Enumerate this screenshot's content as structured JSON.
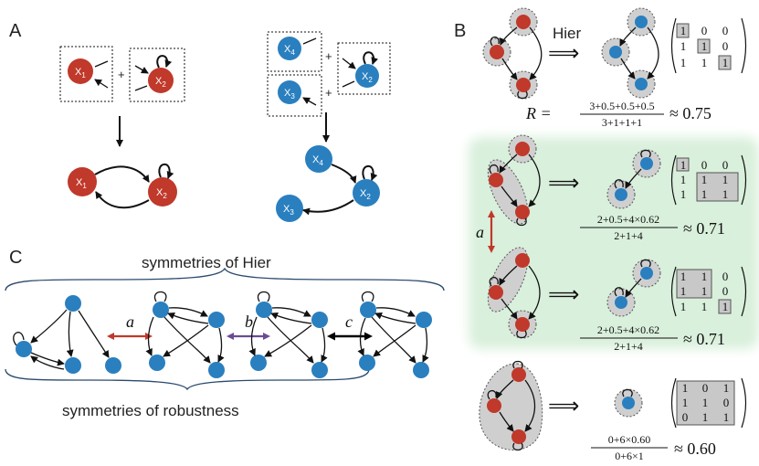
{
  "panels": {
    "A": "A",
    "B": "B",
    "C": "C"
  },
  "nodes": {
    "x1": "X",
    "x1_sub": "1",
    "x2": "X",
    "x2_sub": "2",
    "x3": "X",
    "x3_sub": "3",
    "x4": "X",
    "x4_sub": "4"
  },
  "plus": "+",
  "hier_label": "Hier",
  "formula_R": {
    "lhs": "R =",
    "num": "3+0.5+0.5+0.5",
    "den": "3+1+1+1",
    "approx": "≈ 0.75"
  },
  "formula_a1": {
    "num": "2+0.5+4×0.62",
    "den": "2+1+4",
    "approx": "≈ 0.71"
  },
  "formula_a2": {
    "num": "2+0.5+4×0.62",
    "den": "2+1+4",
    "approx": "≈ 0.71"
  },
  "formula_last": {
    "num": "0+6×0.60",
    "den": "0+6×1",
    "approx": "≈ 0.60"
  },
  "symmetry_a": "a",
  "symmetry_b": "b",
  "symmetry_c": "c",
  "caption_top": "symmetries of Hier",
  "caption_bottom": "symmetries of robustness",
  "matrices": {
    "m1": [
      [
        "1",
        "0",
        "0"
      ],
      [
        "1",
        "1",
        "0"
      ],
      [
        "1",
        "1",
        "1"
      ]
    ],
    "m2": [
      [
        "1",
        "0",
        "0"
      ],
      [
        "1",
        "1",
        "1"
      ],
      [
        "1",
        "1",
        "1"
      ]
    ],
    "m3": [
      [
        "1",
        "1",
        "0"
      ],
      [
        "1",
        "1",
        "0"
      ],
      [
        "1",
        "1",
        "1"
      ]
    ],
    "m4": [
      [
        "1",
        "0",
        "1"
      ],
      [
        "1",
        "1",
        "0"
      ],
      [
        "0",
        "1",
        "1"
      ]
    ]
  },
  "colors": {
    "red": "#c0392b",
    "blue": "#2a7fbf",
    "green_bg": "#d9f0dc",
    "arrow_a": "#c0392b",
    "arrow_b": "#6a4c93",
    "arrow_c": "#000000"
  }
}
